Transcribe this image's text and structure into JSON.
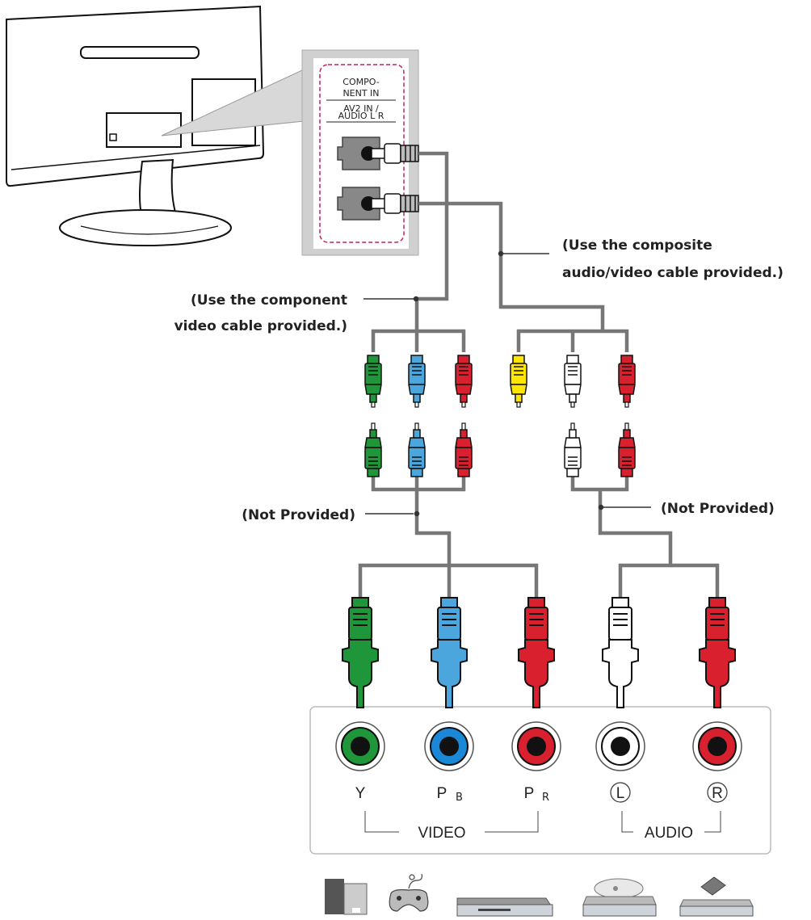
{
  "panel": {
    "port_title_1": "COMPO-",
    "port_title_2": "NENT IN",
    "port_title_3": "AV2 IN /",
    "port_title_4": "AUDIO L R"
  },
  "callouts": {
    "composite_1": "(Use the composite",
    "composite_2": "audio/video cable provided.)",
    "component_1": "(Use the component",
    "component_2": "video cable provided.)",
    "not_provided_left": "(Not Provided)",
    "not_provided_right": "(Not Provided)"
  },
  "jacks": {
    "y": "Y",
    "pb_main": "P",
    "pb_sub": "B",
    "pr_main": "P",
    "pr_sub": "R",
    "l": "L",
    "r": "R",
    "video": "VIDEO",
    "audio": "AUDIO"
  },
  "colors": {
    "green": "#1e9639",
    "blue": "#4aa6dc",
    "red": "#d9202e",
    "yellow": "#ffe600",
    "white": "#ffffff",
    "cable": "#777777"
  },
  "devices": [
    "pc-icon",
    "game-console-icon",
    "set-top-box-icon",
    "dvd-player-icon",
    "vcr-icon"
  ]
}
